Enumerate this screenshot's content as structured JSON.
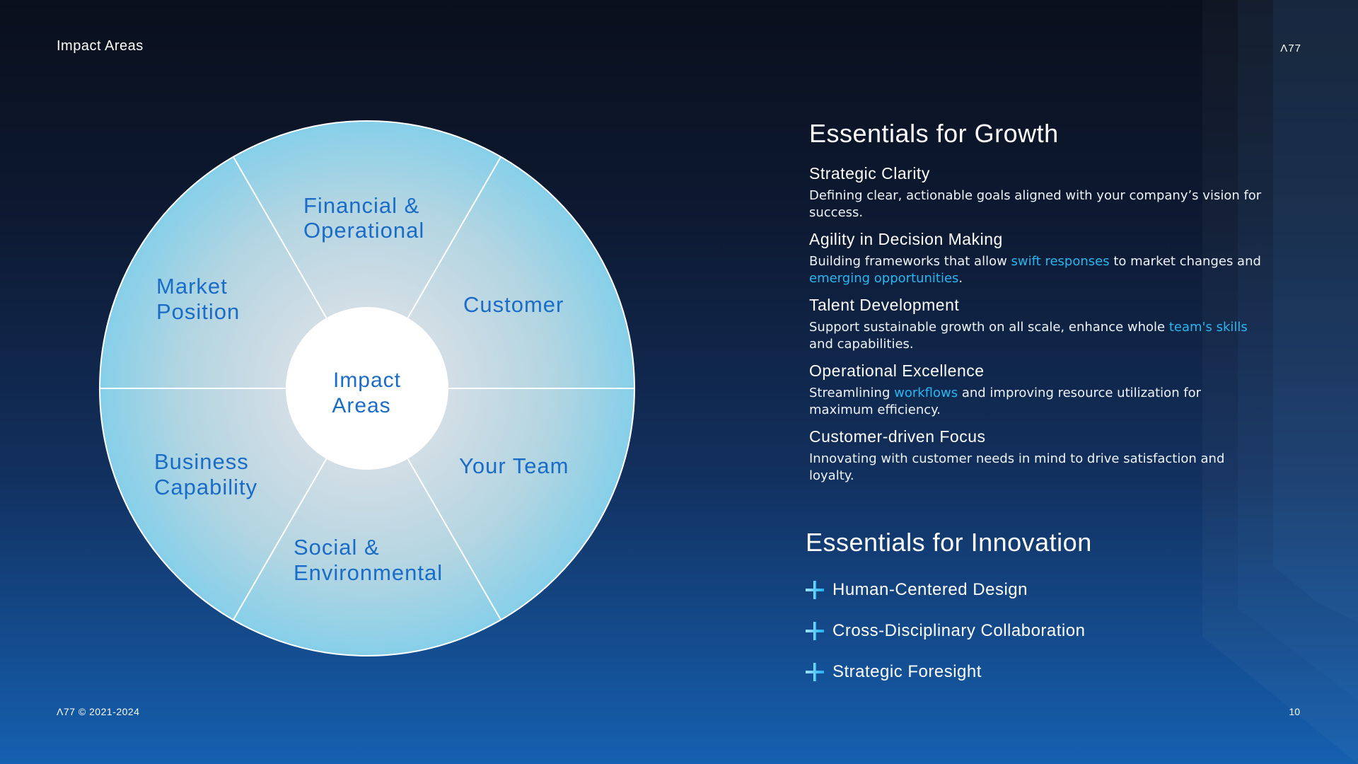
{
  "header": {
    "title": "Impact Areas",
    "logo": "Λ77"
  },
  "footer": {
    "copyright": "Λ77 © 2021-2024",
    "page_number": "10"
  },
  "wheel": {
    "center": [
      "Impact",
      "Areas"
    ],
    "segments": [
      {
        "lines": [
          "Financial &",
          "Operational"
        ]
      },
      {
        "lines": [
          "Customer"
        ]
      },
      {
        "lines": [
          "Your Team"
        ]
      },
      {
        "lines": [
          "Social &",
          "Environmental"
        ]
      },
      {
        "lines": [
          "Business",
          "Capability"
        ]
      },
      {
        "lines": [
          "Market",
          "Position"
        ]
      }
    ]
  },
  "growth": {
    "title": "Essentials for Growth",
    "items": [
      {
        "title": "Strategic Clarity",
        "parts": [
          "Defining clear, actionable goals aligned with your company’s vision for success.",
          "",
          "",
          "",
          " "
        ]
      },
      {
        "title": "Agility in Decision Making",
        "parts": [
          "Building frameworks that allow ",
          "swift responses",
          " to market changes and ",
          "emerging opportunities",
          "."
        ]
      },
      {
        "title": "Talent Development",
        "parts": [
          "Support sustainable growth on all scale, enhance whole ",
          "team's skills",
          " and capabilities.",
          "",
          ""
        ]
      },
      {
        "title": "Operational Excellence",
        "parts": [
          "Streamlining ",
          "workflows",
          " and improving resource utilization for maximum efficiency.",
          "",
          ""
        ]
      },
      {
        "title": "Customer-driven Focus",
        "parts": [
          "Innovating with customer needs in mind to drive satisfaction and loyalty.",
          "",
          "",
          "",
          ""
        ]
      }
    ]
  },
  "innovation": {
    "title": "Essentials for Innovation",
    "items": [
      "Human-Centered Design",
      "Cross-Disciplinary Collaboration",
      "Strategic Foresight"
    ]
  },
  "colors": {
    "accent": "#29b6f0",
    "wheel_text": "#1a6cc7"
  }
}
